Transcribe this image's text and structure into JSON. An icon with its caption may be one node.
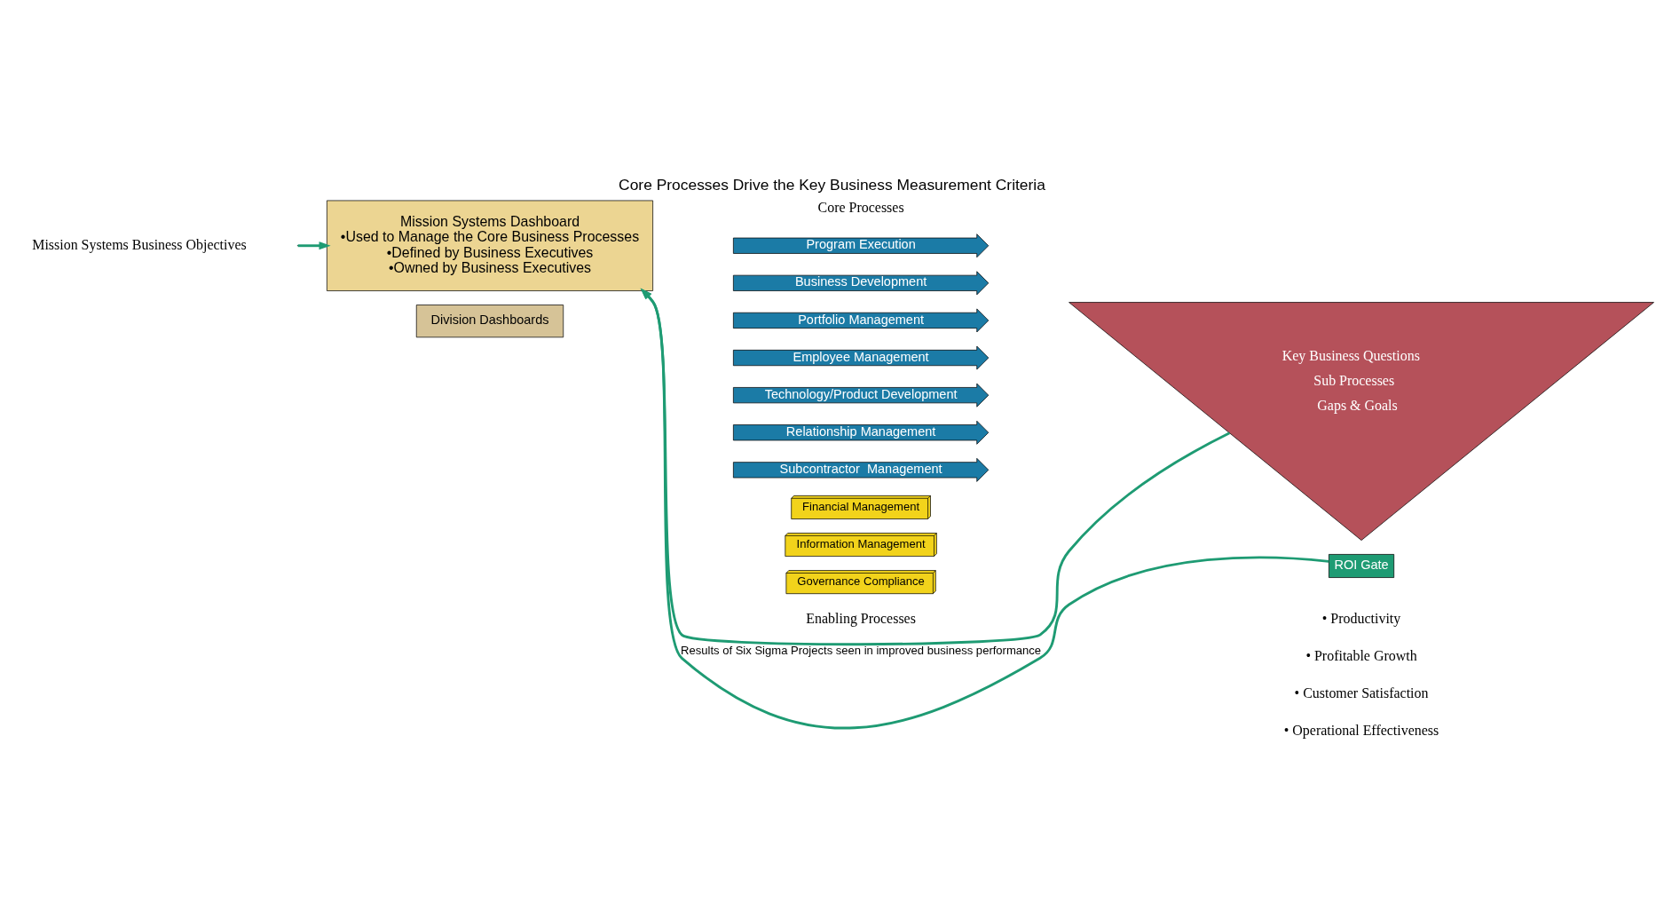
{
  "diagram": {
    "title": "Core Processes Drive the Key Business Measurement Criteria",
    "nodes": [
      {
        "text": [
          "Mission Systems Dashboard",
          "•Used to Manage the Core Business Processes",
          "•Defined by Business Executives",
          "•Owned by Business Executives"
        ]
      },
      {
        "text": [
          "Division Dashboards"
        ]
      },
      {
        "text": [
          "Program Execution"
        ]
      },
      {
        "text": [
          "Business Development"
        ]
      },
      {
        "text": [
          "Portfolio Management"
        ]
      },
      {
        "text": [
          "Employee Management"
        ]
      },
      {
        "text": [
          "Technology/Product Development"
        ]
      },
      {
        "text": [
          "Relationship Management"
        ]
      },
      {
        "text": [
          "Subcontractor  Management"
        ]
      },
      {
        "text": [
          "Financial Management"
        ]
      },
      {
        "text": [
          "Information Management"
        ]
      },
      {
        "text": [
          "Governance Compliance"
        ]
      },
      {
        "text": [
          "Key Business Questions",
          "Sub Processes",
          "Gaps & Goals"
        ]
      },
      {
        "text": [
          "ROI Gate"
        ]
      }
    ],
    "edges": [
      {
        "from": null,
        "to": 0,
        "arrow": "to"
      },
      {
        "from": 12,
        "to": 0,
        "arrow": "to"
      },
      {
        "from": 13,
        "to": 0,
        "arrow": "to",
        "label": "Results of Six Sigma Projects seen in improved business performance"
      }
    ],
    "labels": [
      "Mission Systems Business Objectives",
      "Core Processes",
      "Enabling Processes",
      "• Productivity",
      "• Profitable Growth",
      "• Customer Satisfaction",
      "• Operational Effectiveness"
    ]
  }
}
